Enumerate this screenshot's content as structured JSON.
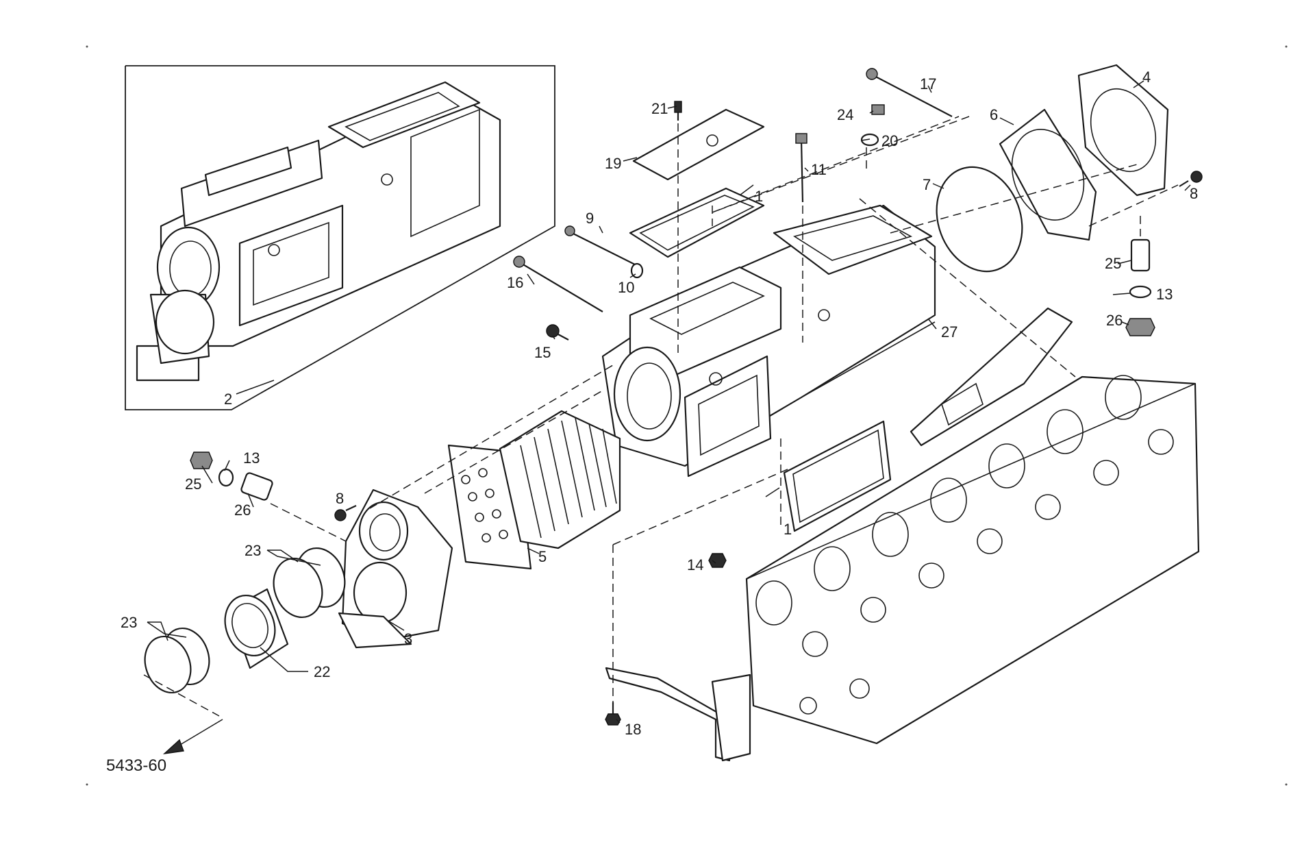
{
  "figure_reference": "5433-60",
  "callouts": {
    "c1a": "1",
    "c1b": "1",
    "c2": "2",
    "c3": "3",
    "c4": "4",
    "c5": "5",
    "c6": "6",
    "c7": "7",
    "c8a": "8",
    "c8b": "8",
    "c9": "9",
    "c10": "10",
    "c11": "11",
    "c13a": "13",
    "c13b": "13",
    "c14": "14",
    "c15": "15",
    "c16": "16",
    "c17": "17",
    "c18": "18",
    "c19": "19",
    "c20": "20",
    "c21": "21",
    "c22": "22",
    "c23a": "23",
    "c23b": "23",
    "c24": "24",
    "c25a": "25",
    "c25b": "25",
    "c26a": "26",
    "c26b": "26",
    "c27": "27"
  }
}
